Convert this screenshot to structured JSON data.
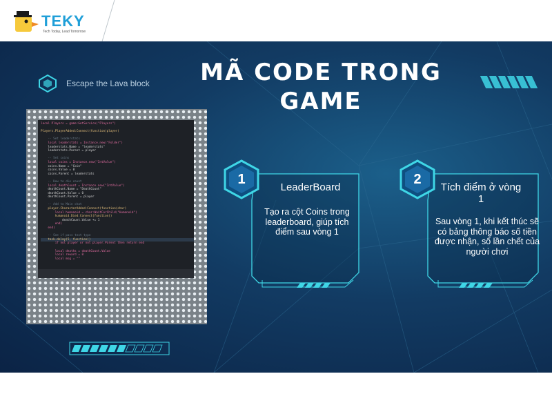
{
  "brand": {
    "logo_text": "TEKY",
    "tagline": "Tech Today, Lead Tomorrow"
  },
  "game": {
    "icon": "roblox-studio-icon",
    "name": "Escape the Lava block"
  },
  "title": {
    "line1": "MÃ CODE TRONG",
    "line2": "GAME"
  },
  "code_lines": [
    "local Players = game:GetService(\"Players\")",
    "",
    "Players.PlayerAdded:Connect(function(player)",
    "",
    "    -- Set leaderstats",
    "    local leaderstats = Instance.new(\"Folder\")",
    "    leaderstats.Name = \"leaderstats\"",
    "    leaderstats.Parent = player",
    "",
    "    -- Set coins",
    "    local coins = Instance.new(\"IntValue\")",
    "    coins.Name = \"Coin\"",
    "    coins.Value = 0",
    "    coins.Parent = leaderstats",
    "",
    "    -- How to die count",
    "    local deathCount = Instance.new(\"IntValue\")",
    "    deathCount.Name = \"DeathCount\"",
    "    deathCount.Value = 0",
    "    deathCount.Parent = player",
    "",
    "    -- Add to Main chat",
    "    player.CharacterAdded:Connect(function(char)",
    "        local humanoid = char:WaitForChild(\"Humanoid\")",
    "        humanoid.Died:Connect(function()",
    "            deathCount.Value += 1",
    "        end)",
    "    end)",
    "",
    "    -- See if pass text type",
    "    task.delay(5, function()",
    "        if not player or not player.Parent then return end",
    "",
    "        local deaths = deathCount.Value",
    "        local reward = 0",
    "        local msg = \"\""
  ],
  "cards": [
    {
      "number": "1",
      "title": "LeaderBoard",
      "body": "Tạo ra cột Coins trong leaderboard, giúp tích điểm sau vòng 1"
    },
    {
      "number": "2",
      "title": "Tích điểm ở vòng 1",
      "body": "Sau vòng 1, khi kết thúc sẽ có bảng thông báo số tiền được nhận, số lần chết của người chơi"
    }
  ],
  "colors": {
    "accent_cyan": "#3fd6e6",
    "brand_blue": "#1f9fd8",
    "banner_dark": "#0b2345"
  }
}
